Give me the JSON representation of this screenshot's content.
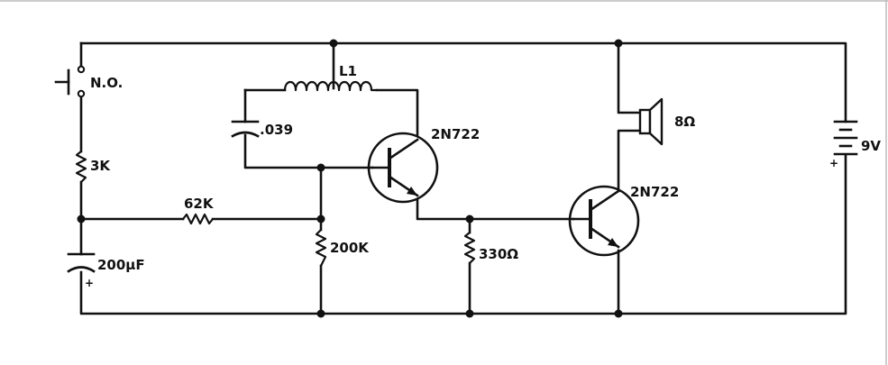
{
  "components": {
    "switch": {
      "label": "N.O."
    },
    "r_3k": {
      "label": "3K"
    },
    "r_62k": {
      "label": "62K"
    },
    "c_200uf": {
      "label": "200µF",
      "polarity": "+"
    },
    "r_200k": {
      "label": "200K"
    },
    "c_039": {
      "label": ".039"
    },
    "inductor": {
      "label": "L1"
    },
    "transistor_q1": {
      "label": "2N722"
    },
    "transistor_q2": {
      "label": "2N722"
    },
    "r_330": {
      "label": "330Ω"
    },
    "speaker": {
      "label": "8Ω"
    },
    "battery": {
      "label": "9V",
      "polarity": "+"
    }
  },
  "colors": {
    "ink": "#111111",
    "background": "#ffffff"
  }
}
